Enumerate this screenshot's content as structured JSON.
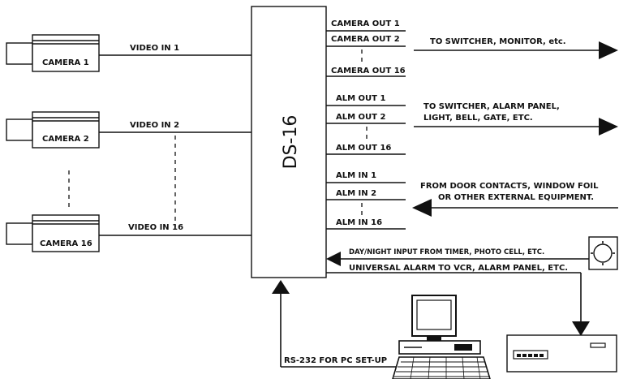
{
  "device": {
    "label": "DS-16"
  },
  "cameras": [
    {
      "name": "CAMERA 1",
      "video_label": "VIDEO IN 1"
    },
    {
      "name": "CAMERA 2",
      "video_label": "VIDEO IN 2"
    },
    {
      "name": "CAMERA 16",
      "video_label": "VIDEO IN 16"
    }
  ],
  "camera_outputs": [
    "CAMERA OUT 1",
    "CAMERA OUT 2",
    "CAMERA OUT 16"
  ],
  "camera_out_destination": "TO SWITCHER, MONITOR, etc.",
  "alarm_outputs": [
    "ALM OUT 1",
    "ALM OUT 2",
    "ALM OUT 16"
  ],
  "alarm_out_destination": [
    "TO SWITCHER, ALARM PANEL,",
    "LIGHT, BELL, GATE, ETC."
  ],
  "alarm_inputs": [
    "ALM IN 1",
    "ALM IN 2",
    "ALM IN 16"
  ],
  "alarm_in_source": [
    "FROM DOOR CONTACTS, WINDOW FOIL",
    "OR OTHER EXTERNAL EQUIPMENT."
  ],
  "day_night_input": "DAY/NIGHT INPUT FROM TIMER, PHOTO CELL, ETC.",
  "universal_alarm": "UNIVERSAL ALARM TO VCR, ALARM PANEL, ETC.",
  "rs232": "RS-232 FOR PC SET-UP"
}
